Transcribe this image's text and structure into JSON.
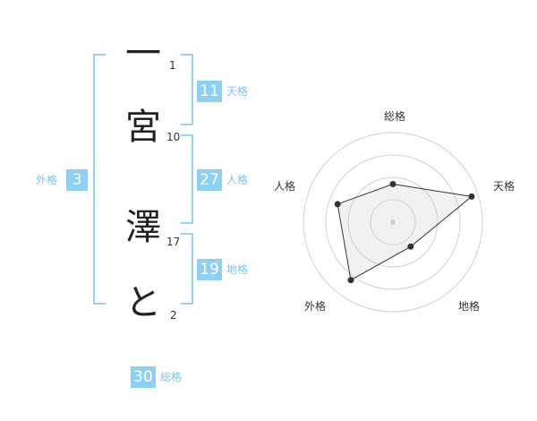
{
  "name": {
    "chars": [
      {
        "char": "一",
        "strokes": "1"
      },
      {
        "char": "宮",
        "strokes": "10"
      },
      {
        "char": "澤",
        "strokes": "17"
      },
      {
        "char": "と",
        "strokes": "2"
      }
    ]
  },
  "kakusu": {
    "tenkaku": {
      "value": "11",
      "label": "天格"
    },
    "jinkaku": {
      "value": "27",
      "label": "人格"
    },
    "chikaku": {
      "value": "19",
      "label": "地格"
    },
    "gaikaku": {
      "value": "3",
      "label": "外格"
    },
    "soukaku": {
      "value": "30",
      "label": "総格"
    }
  },
  "colors": {
    "accent": "#8ecff6",
    "bracket": "#9ad3f4"
  },
  "chart_data": {
    "type": "radar",
    "axes": [
      "総格",
      "天格",
      "地格",
      "外格",
      "人格"
    ],
    "max": 4,
    "rings": 4,
    "values": [
      1.7,
      3.7,
      1.35,
      3.2,
      2.6
    ]
  }
}
